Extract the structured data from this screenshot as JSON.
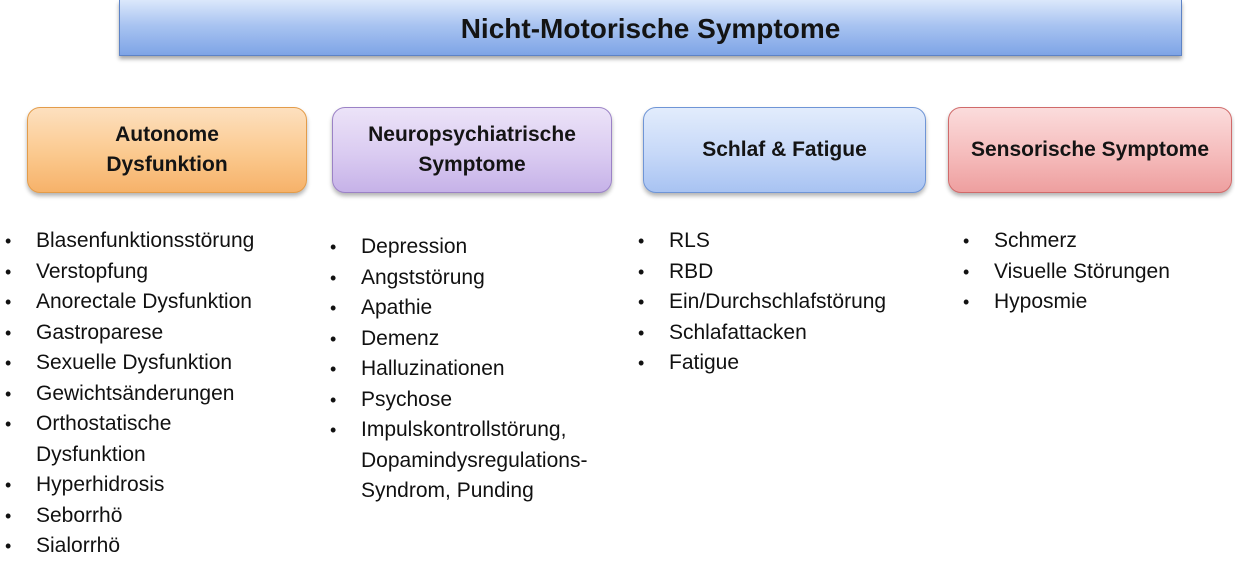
{
  "title": "Nicht-Motorische Symptome",
  "categories": [
    {
      "label": "Autonome\nDysfunktion",
      "items": [
        "Blasenfunktionsstörung",
        "Verstopfung",
        "Anorectale Dysfunktion",
        "Gastroparese",
        "Sexuelle Dysfunktion",
        "Gewichtsänderungen",
        "Orthostatische\nDysfunktion",
        "Hyperhidrosis",
        "Seborrhö",
        "Sialorrhö"
      ]
    },
    {
      "label": "Neuropsychiatrische\nSymptome",
      "items": [
        "Depression",
        "Angststörung",
        "Apathie",
        "Demenz",
        "Halluzinationen",
        "Psychose",
        "Impulskontrollstörung,\nDopamindysregulations-\nSyndrom, Punding"
      ]
    },
    {
      "label": "Schlaf & Fatigue",
      "items": [
        "RLS",
        "RBD",
        "Ein/Durchschlafstörung",
        "Schlafattacken",
        "Fatigue"
      ]
    },
    {
      "label": "Sensorische Symptome",
      "items": [
        "Schmerz",
        "Visuelle Störungen",
        "Hyposmie"
      ]
    }
  ]
}
